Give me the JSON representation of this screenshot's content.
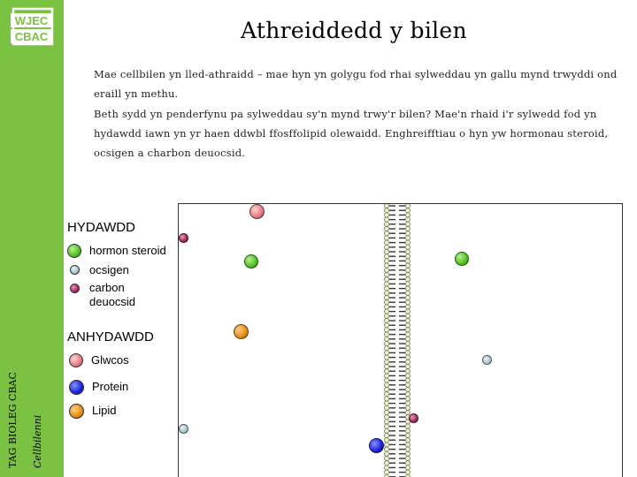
{
  "logo": {
    "line1": "WJEC",
    "line2": "CBAC"
  },
  "slide": {
    "title": "Athreiddedd y bilen",
    "paragraph1": "Mae cellbilen yn lled-athraidd – mae hyn yn golygu fod rhai sylweddau yn gallu mynd trwyddi ond eraill yn methu.",
    "paragraph2": "Beth sydd yn penderfynu pa sylweddau sy'n mynd trwy'r bilen? Mae'n rhaid i'r sylwedd fod yn hydawdd iawn yn yr haen ddwbl ffosffolipid olewaidd. Enghreifftiau o hyn yw hormonau steroid, ocsigen a charbon deuocsid.",
    "side_course": "TAG BIOLEG CBAC",
    "side_topic": "Cellbilenni"
  },
  "legend": {
    "soluble_heading": "HYDAWDD",
    "insoluble_heading": "ANHYDAWDD",
    "soluble_items": [
      {
        "label": "hormon steroid",
        "color": "#4fc21f"
      },
      {
        "label": "ocsigen",
        "color": "#a9c6cf"
      },
      {
        "label": "carbon deuocsid",
        "color": "#a5285e"
      }
    ],
    "insoluble_items": [
      {
        "label": "Glwcos",
        "color": "#e07c86"
      },
      {
        "label": "Protein",
        "color": "#1a22d8"
      },
      {
        "label": "Lipid",
        "color": "#e78c12"
      }
    ]
  },
  "colors": {
    "sidebar": "#7cc242",
    "membrane_head": "#eef0c4",
    "membrane_tail": "#333333"
  },
  "icons": [
    "wjec-logo-icon",
    "membrane-icon"
  ]
}
